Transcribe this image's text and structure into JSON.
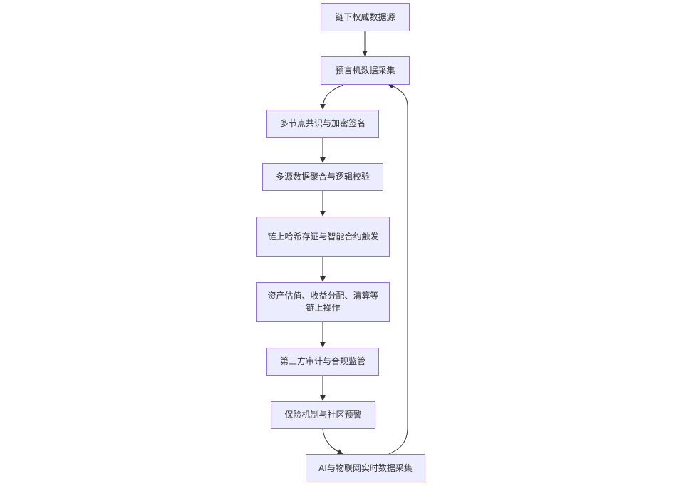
{
  "diagram": {
    "type": "flowchart",
    "direction": "TB",
    "nodes": [
      {
        "id": "n1",
        "label": "链下权威数据源"
      },
      {
        "id": "n2",
        "label": "预言机数据采集"
      },
      {
        "id": "n3",
        "label": "多节点共识与加密签名"
      },
      {
        "id": "n4",
        "label": "多源数据聚合与逻辑校验"
      },
      {
        "id": "n5",
        "label": "链上哈希存证与智能合约触发"
      },
      {
        "id": "n6",
        "label": "资产估值、收益分配、清算等链上操作"
      },
      {
        "id": "n7",
        "label": "第三方审计与合规监管"
      },
      {
        "id": "n8",
        "label": "保险机制与社区预警"
      },
      {
        "id": "n9",
        "label": "AI与物联网实时数据采集"
      }
    ],
    "edges": [
      {
        "from": "n1",
        "to": "n2"
      },
      {
        "from": "n2",
        "to": "n3"
      },
      {
        "from": "n3",
        "to": "n4"
      },
      {
        "from": "n4",
        "to": "n5"
      },
      {
        "from": "n5",
        "to": "n6"
      },
      {
        "from": "n6",
        "to": "n7"
      },
      {
        "from": "n7",
        "to": "n8"
      },
      {
        "from": "n8",
        "to": "n9"
      },
      {
        "from": "n9",
        "to": "n2"
      }
    ],
    "colors": {
      "node_fill": "#ececff",
      "node_border": "#9370db",
      "text": "#333333",
      "edge": "#333333"
    }
  }
}
